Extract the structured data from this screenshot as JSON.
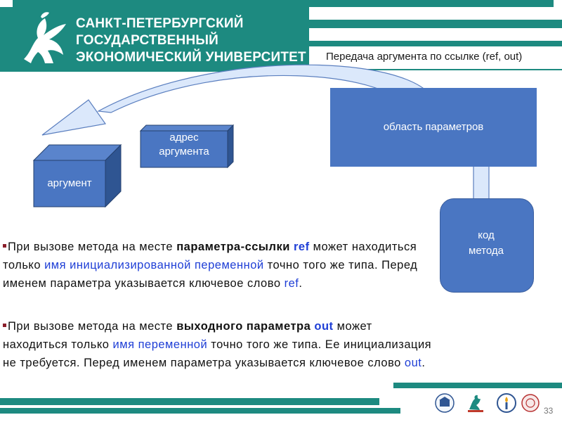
{
  "header": {
    "university_lines": [
      "САНКТ-ПЕТЕРБУРГСКИЙ",
      "ГОСУДАРСТВЕННЫЙ",
      "ЭКОНОМИЧЕСКИЙ УНИВЕРСИТЕТ"
    ],
    "slide_title": "Передача аргумента по ссылке (ref, out)"
  },
  "diagram": {
    "param_area": "область параметров",
    "code_line1": "код",
    "code_line2": "метода",
    "argument": "аргумент",
    "address_line1": "адрес",
    "address_line2": "аргумента"
  },
  "text": {
    "p1": {
      "t1": "При вызове метода на месте ",
      "b1": "параметра-ссылки ",
      "k1": "ref",
      "t2": " может находиться только ",
      "k2": "имя инициализированной переменной",
      "t3": " точно того же типа. Перед именем параметра указывается ключевое слово ",
      "k3": "ref",
      "t4": "."
    },
    "p2": {
      "t1": "При вызове метода на месте ",
      "b1": "выходного параметра ",
      "k1": "out",
      "t2": " может находиться только ",
      "k2": "имя переменной",
      "t3": " точно того же типа. Ее инициализация не требуется. Перед именем параметра указывается ключевое слово ",
      "k3": "out",
      "t4": "."
    }
  },
  "footer": {
    "page_number": "33"
  },
  "colors": {
    "teal": "#1d8a80",
    "box_blue": "#4a76c2",
    "arrow_light": "#dbe8fb",
    "keyword_blue": "#1f3fd6"
  }
}
